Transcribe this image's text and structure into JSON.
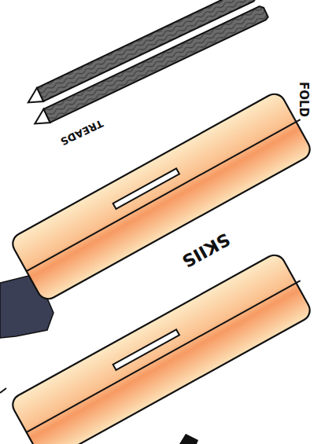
{
  "diagram": {
    "labels": [
      "FOLD",
      "TREADS",
      "SKIIS"
    ]
  }
}
